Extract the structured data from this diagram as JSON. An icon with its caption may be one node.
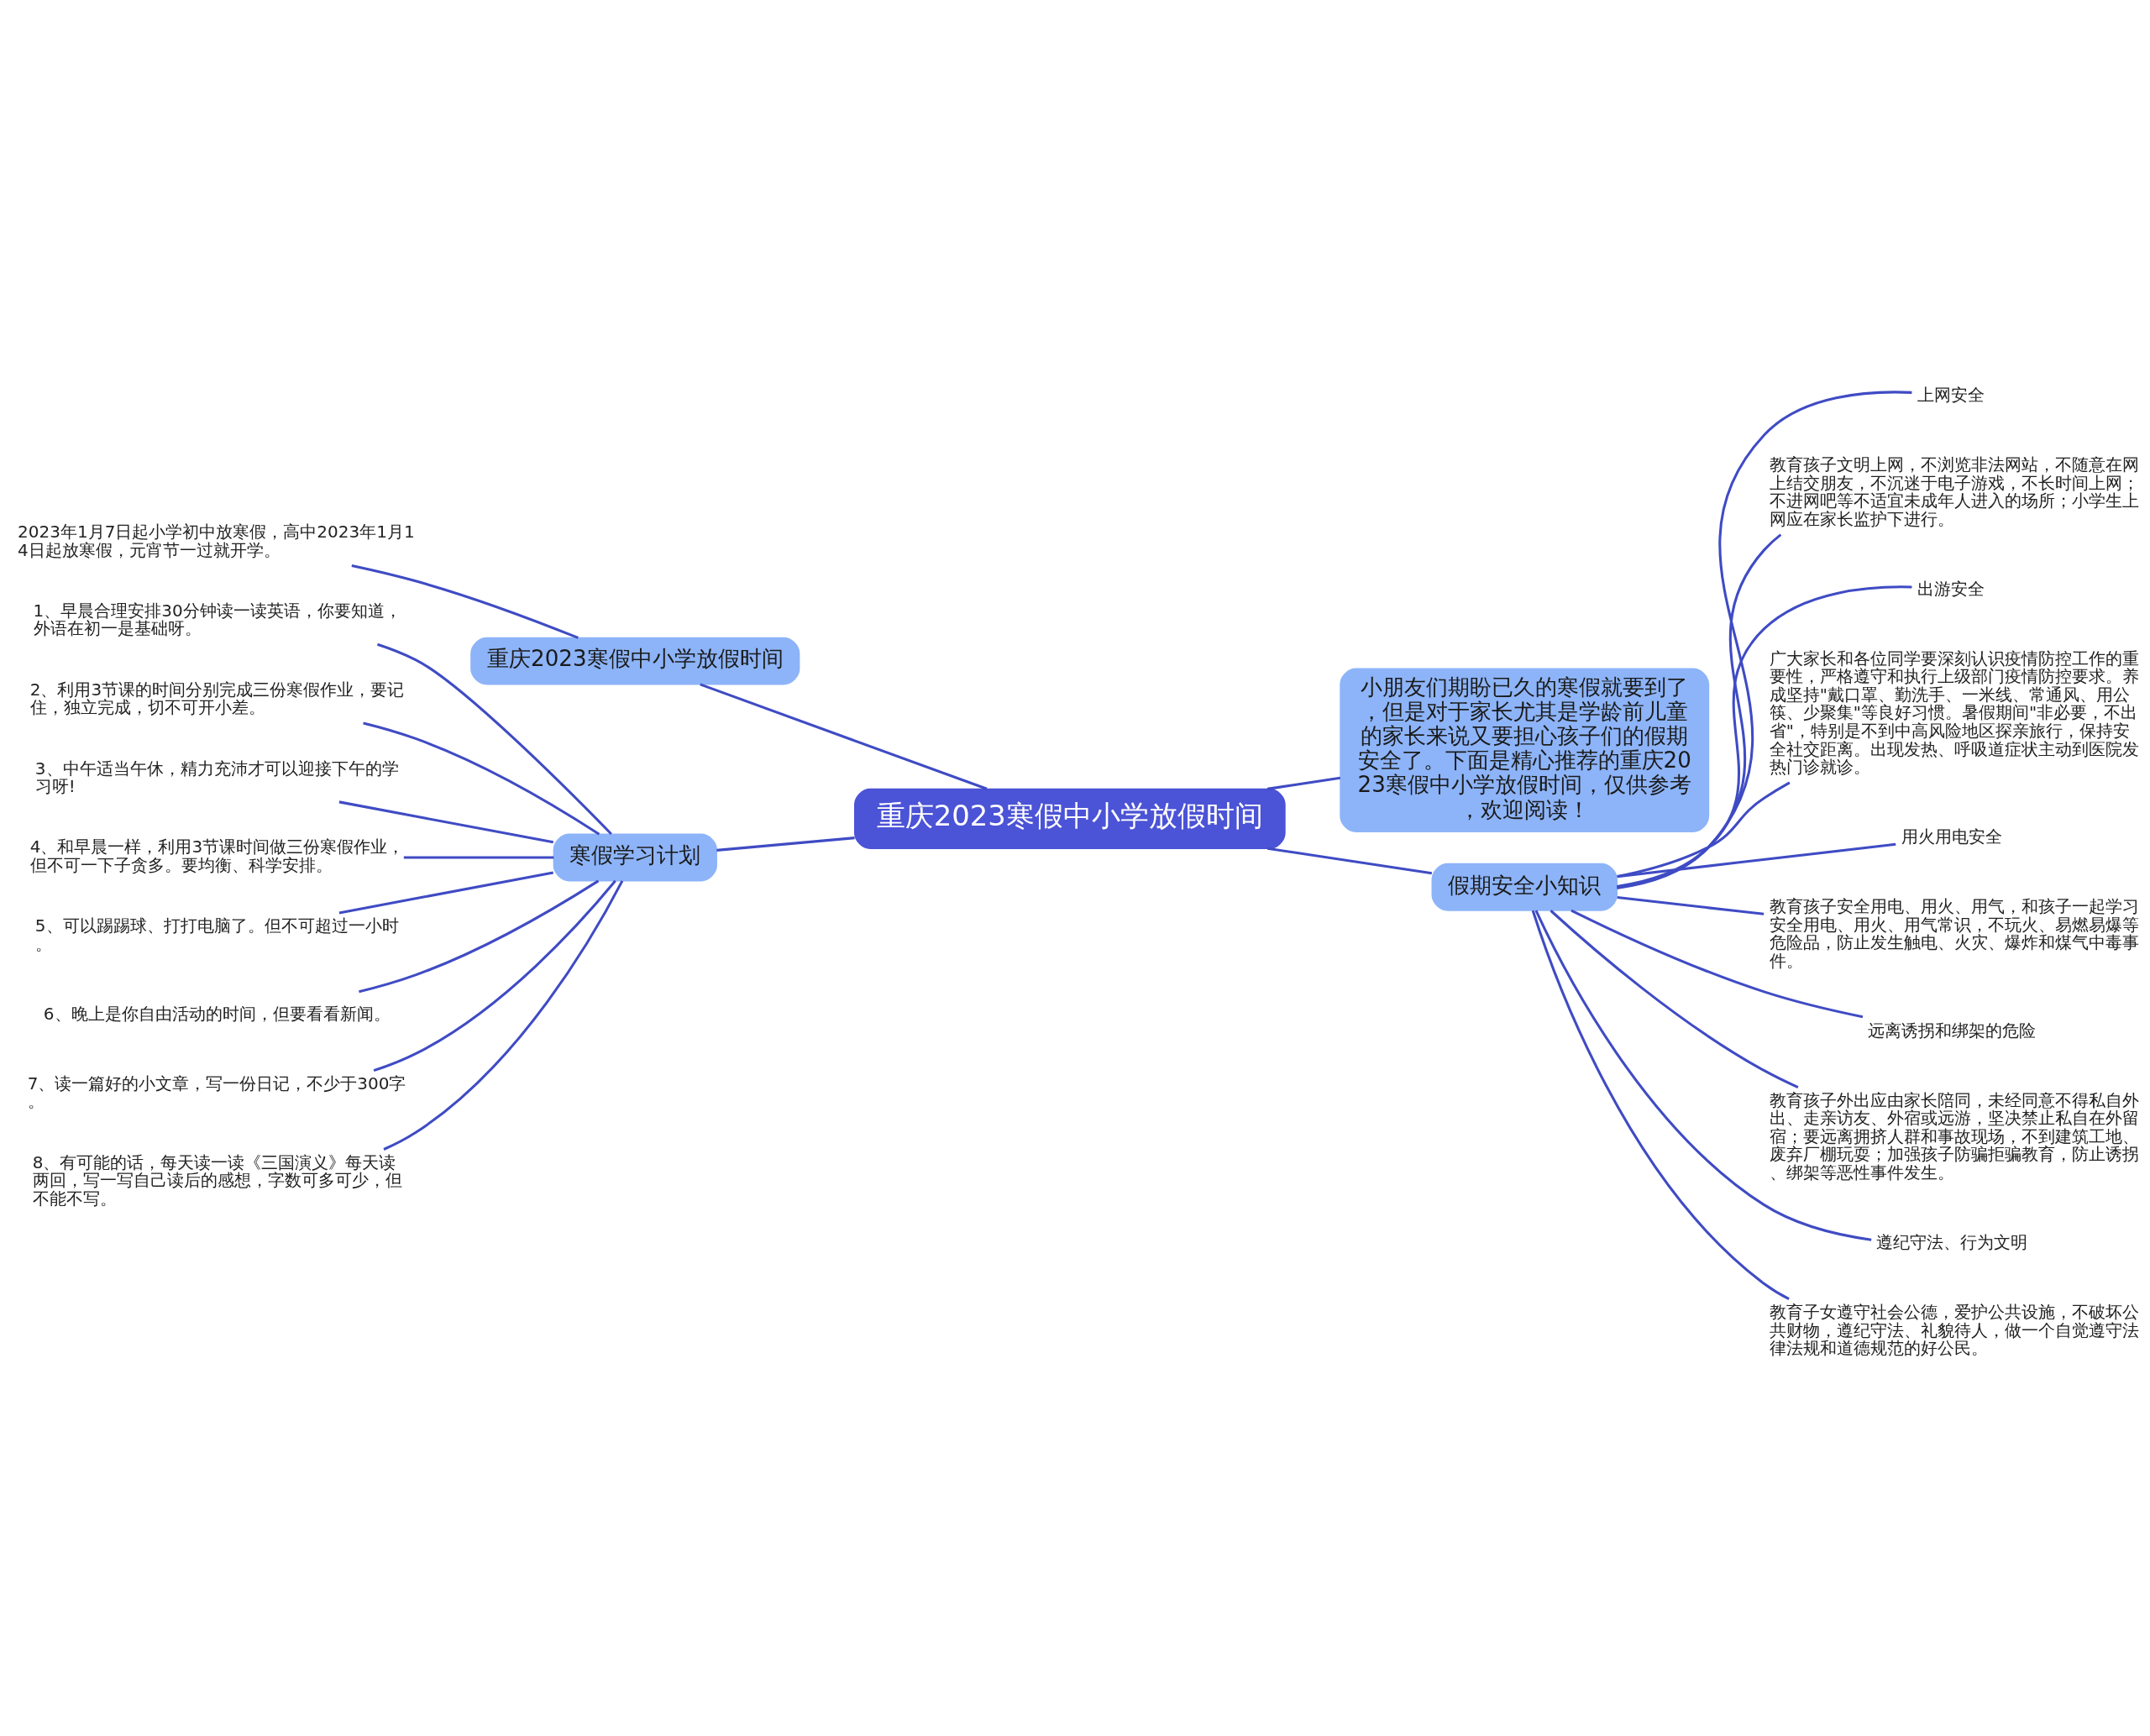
{
  "diagram": {
    "nodes": [
      {
        "text": [
          "重庆2023寒假中小学放假时间"
        ]
      },
      {
        "text": [
          "重庆2023寒假中小学放假时间"
        ]
      },
      {
        "text": [
          "2023年1月7日起小学初中放寒假，高中2023年1月14日起放寒假，元宵节一过就开学。"
        ]
      },
      {
        "text": [
          "寒假学习计划"
        ]
      },
      {
        "text": [
          "1、早晨合理安排30分钟读一读英语，你要知道，外语在初一是基础呀。"
        ]
      },
      {
        "text": [
          "2、利用3节课的时间分别完成三份寒假作业，要记住，独立完成，切不可开小差。"
        ]
      },
      {
        "text": [
          "3、中午适当午休，精力充沛才可以迎接下午的学习呀!"
        ]
      },
      {
        "text": [
          "4、和早晨一样，利用3节课时间做三份寒假作业，但不可一下子贪多。要均衡、科学安排。"
        ]
      },
      {
        "text": [
          "5、可以踢踢球、打打电脑了。但不可超过一小时。"
        ]
      },
      {
        "text": [
          "6、晚上是你自由活动的时间，但要看看新闻。"
        ]
      },
      {
        "text": [
          "7、读一篇好的小文章，写一份日记，不少于300字。"
        ]
      },
      {
        "text": [
          "8、有可能的话，每天读一读《三国演义》每天读两回，写一写自己读后的感想，字数可多可少，但不能不写。"
        ]
      },
      {
        "text": [
          "小朋友们期盼已久的寒假就要到了，但是对于家长尤其是学龄前儿童的家长来说又要担心孩子们的假期安全了。下面是精心推荐的重庆2023寒假中小学放假时间，仅供参考，欢迎阅读！"
        ]
      },
      {
        "text": [
          "假期安全小知识"
        ]
      },
      {
        "text": [
          "上网安全"
        ]
      },
      {
        "text": [
          "教育孩子文明上网，不浏览非法网站，不随意在网上结交朋友，不沉迷于电子游戏，不长时间上网；不进网吧等不适宜未成年人进入的场所；小学生上网应在家长监护下进行。"
        ]
      },
      {
        "text": [
          "出游安全"
        ]
      },
      {
        "text": [
          "广大家长和各位同学要深刻认识疫情防控工作的重要性，严格遵守和执行上级部门疫情防控要求。养成坚持\"戴口罩、勤洗手、一米线、常通风、用公筷、少聚集\"等良好习惯。暑假期间\"非必要，不出省\"，特别是不到中高风险地区探亲旅行，保持安全社交距离。出现发热、呼吸道症状主动到医院发热门诊就诊。"
        ]
      },
      {
        "text": [
          "用火用电安全"
        ]
      },
      {
        "text": [
          "教育孩子安全用电、用火、用气，和孩子一起学习安全用电、用火、用气常识，不玩火、易燃易爆等危险品，防止发生触电、火灾、爆炸和煤气中毒事件。"
        ]
      },
      {
        "text": [
          "远离诱拐和绑架的危险"
        ]
      },
      {
        "text": [
          "教育孩子外出应由家长陪同，未经同意不得私自外出、走亲访友、外宿或远游，坚决禁止私自在外留宿；要远离拥挤人群和事故现场，不到建筑工地、废弃厂棚玩耍；加强孩子防骗拒骗教育，防止诱拐、绑架等恶性事件发生。"
        ]
      },
      {
        "text": [
          "遵纪守法、行为文明"
        ]
      },
      {
        "text": [
          "教育子女遵守社会公德，爱护公共设施，不破坏公共财物，遵纪守法、礼貌待人，做一个自觉遵守法律法规和道德规范的好公民。"
        ]
      }
    ],
    "edges": [
      {
        "from": 0,
        "to": 1,
        "arrow": "none"
      },
      {
        "from": 1,
        "to": 2,
        "arrow": "none"
      },
      {
        "from": 0,
        "to": 3,
        "arrow": "none"
      },
      {
        "from": 3,
        "to": 4,
        "arrow": "none"
      },
      {
        "from": 3,
        "to": 5,
        "arrow": "none"
      },
      {
        "from": 3,
        "to": 6,
        "arrow": "none"
      },
      {
        "from": 3,
        "to": 7,
        "arrow": "none"
      },
      {
        "from": 3,
        "to": 8,
        "arrow": "none"
      },
      {
        "from": 3,
        "to": 9,
        "arrow": "none"
      },
      {
        "from": 3,
        "to": 10,
        "arrow": "none"
      },
      {
        "from": 3,
        "to": 11,
        "arrow": "none"
      },
      {
        "from": 0,
        "to": 12,
        "arrow": "none"
      },
      {
        "from": 0,
        "to": 13,
        "arrow": "none"
      },
      {
        "from": 13,
        "to": 14,
        "arrow": "none"
      },
      {
        "from": 13,
        "to": 15,
        "arrow": "none"
      },
      {
        "from": 13,
        "to": 16,
        "arrow": "none"
      },
      {
        "from": 13,
        "to": 17,
        "arrow": "none"
      },
      {
        "from": 13,
        "to": 18,
        "arrow": "none"
      },
      {
        "from": 13,
        "to": 19,
        "arrow": "none"
      },
      {
        "from": 13,
        "to": 20,
        "arrow": "none"
      },
      {
        "from": 13,
        "to": 21,
        "arrow": "none"
      },
      {
        "from": 13,
        "to": 22,
        "arrow": "none"
      },
      {
        "from": 13,
        "to": 23,
        "arrow": "none"
      }
    ]
  }
}
